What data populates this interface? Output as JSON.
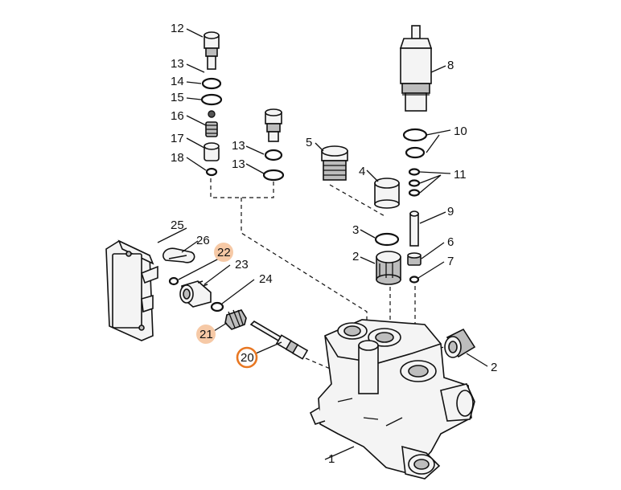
{
  "callouts": {
    "c1": "1",
    "c2a": "2",
    "c2b": "2",
    "c3": "3",
    "c4": "4",
    "c5": "5",
    "c6": "6",
    "c7": "7",
    "c8": "8",
    "c9": "9",
    "c10": "10",
    "c11": "11",
    "c12": "12",
    "c13a": "13",
    "c13b": "13",
    "c13c": "13",
    "c14": "14",
    "c15": "15",
    "c16": "16",
    "c17": "17",
    "c18": "18",
    "c20": "20",
    "c21": "21",
    "c22": "22",
    "c23": "23",
    "c24": "24",
    "c25": "25",
    "c26": "26"
  },
  "highlight": {
    "fill_color": "#f6c9a6",
    "ring_color": "#e87722",
    "filled_parts": [
      "21",
      "22"
    ],
    "ringed_parts": [
      "20"
    ]
  }
}
